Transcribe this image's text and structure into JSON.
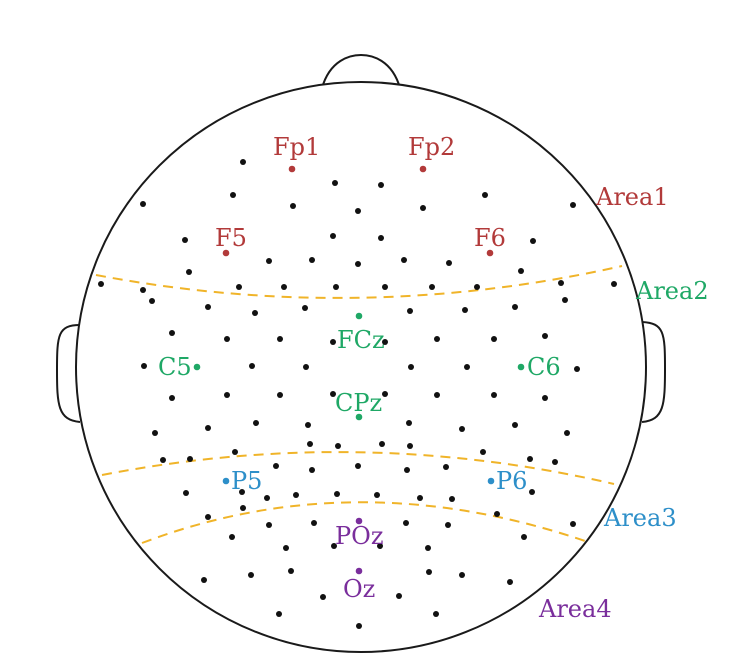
{
  "colors": {
    "outline": "#1a1a1a",
    "electrode": "#111111",
    "boundary": "#f0b429",
    "area1": "#b23a3a",
    "area2": "#1fa866",
    "area3": "#2d8fc9",
    "area4": "#7a2e9c"
  },
  "area_labels": {
    "area1": "Area1",
    "area2": "Area2",
    "area3": "Area3",
    "area4": "Area4"
  },
  "labeled_electrodes": [
    {
      "id": "fp1",
      "label": "Fp1",
      "area": "area1"
    },
    {
      "id": "fp2",
      "label": "Fp2",
      "area": "area1"
    },
    {
      "id": "f5",
      "label": "F5",
      "area": "area1"
    },
    {
      "id": "f6",
      "label": "F6",
      "area": "area1"
    },
    {
      "id": "fcz",
      "label": "FCz",
      "area": "area2"
    },
    {
      "id": "c5",
      "label": "C5",
      "area": "area2"
    },
    {
      "id": "c6",
      "label": "C6",
      "area": "area2"
    },
    {
      "id": "cpz",
      "label": "CPz",
      "area": "area2"
    },
    {
      "id": "p5",
      "label": "P5",
      "area": "area3"
    },
    {
      "id": "p6",
      "label": "P6",
      "area": "area3"
    },
    {
      "id": "poz",
      "label": "POz",
      "area": "area4"
    },
    {
      "id": "oz",
      "label": "Oz",
      "area": "area4"
    }
  ]
}
